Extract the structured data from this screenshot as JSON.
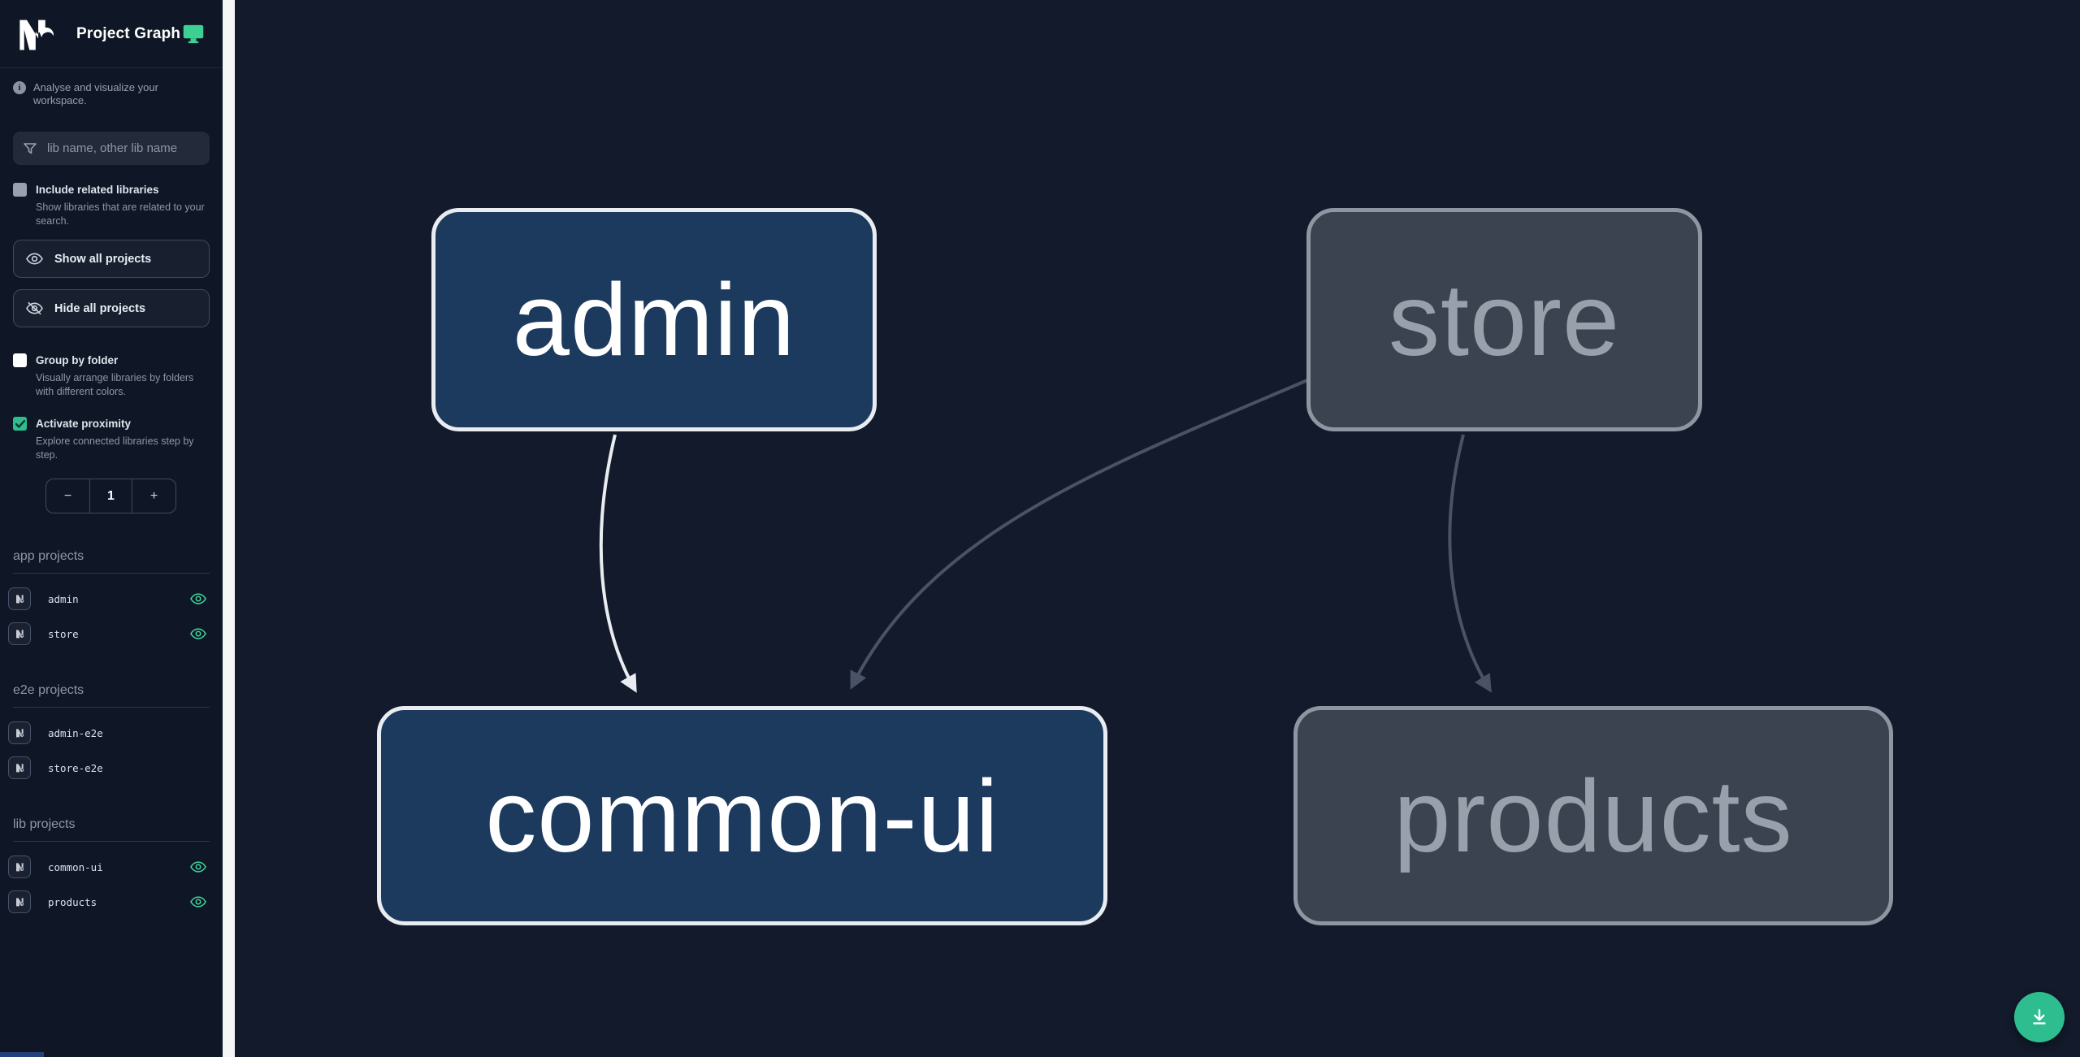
{
  "app": {
    "title": "Project Graph"
  },
  "sidebar": {
    "tagline": "Analyse and visualize your workspace.",
    "search": {
      "placeholder": "lib name, other lib name"
    },
    "options": [
      {
        "label": "Include related libraries",
        "description": "Show libraries that are related to your search.",
        "checked": false
      },
      {
        "label": "Group by folder",
        "description": "Visually arrange libraries by folders with different colors.",
        "checked": false
      },
      {
        "label": "Activate proximity",
        "description": "Explore connected libraries step by step.",
        "checked": true
      }
    ],
    "actions": {
      "show_all": "Show all projects",
      "hide_all": "Hide all projects"
    },
    "proximity_stepper": {
      "decrement": "−",
      "value": "1",
      "increment": "+"
    },
    "sections": [
      {
        "title": "app projects",
        "items": [
          {
            "name": "admin",
            "visible": true
          },
          {
            "name": "store",
            "visible": true
          }
        ]
      },
      {
        "title": "e2e projects",
        "items": [
          {
            "name": "admin-e2e",
            "visible": false
          },
          {
            "name": "store-e2e",
            "visible": false
          }
        ]
      },
      {
        "title": "lib projects",
        "items": [
          {
            "name": "common-ui",
            "visible": true
          },
          {
            "name": "products",
            "visible": true
          }
        ]
      }
    ]
  },
  "graph": {
    "nodes": [
      {
        "id": "admin",
        "label": "admin",
        "state": "focused"
      },
      {
        "id": "store",
        "label": "store",
        "state": "dimmed"
      },
      {
        "id": "common-ui",
        "label": "common-ui",
        "state": "focused"
      },
      {
        "id": "products",
        "label": "products",
        "state": "dimmed"
      }
    ],
    "edges": [
      {
        "from": "admin",
        "to": "common-ui",
        "state": "focused"
      },
      {
        "from": "store",
        "to": "common-ui",
        "state": "dimmed"
      },
      {
        "from": "store",
        "to": "products",
        "state": "dimmed"
      }
    ]
  },
  "colors": {
    "accent_teal": "#2ebd8e",
    "node_active_fill": "#1c3a5d",
    "node_active_border": "#e9edf2",
    "node_dim_fill": "#3b4250",
    "node_dim_border": "#8f96a1",
    "edge_active": "#e9ecf0",
    "edge_dim": "#4a5366",
    "sidebar_bg": "#0f1726",
    "canvas_bg": "#121a2b"
  }
}
